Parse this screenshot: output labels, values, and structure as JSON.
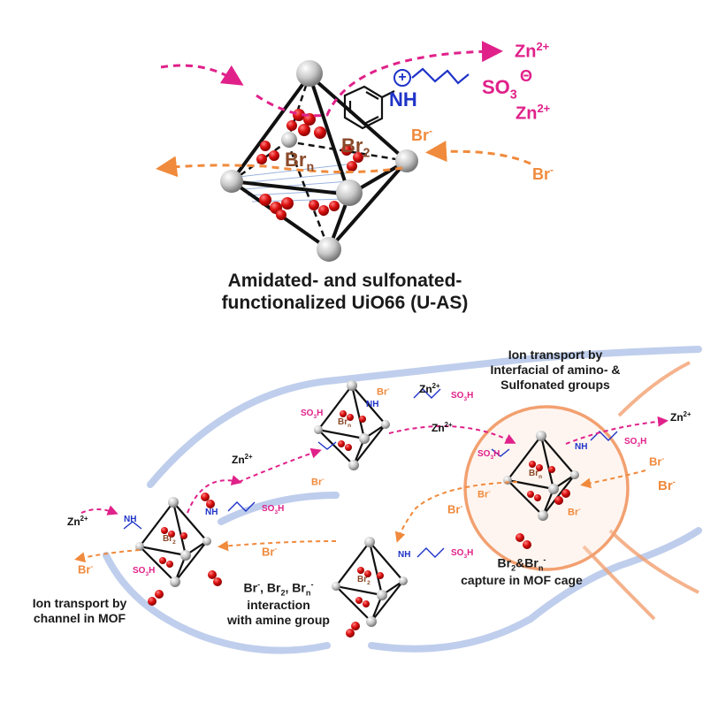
{
  "colors": {
    "zn_arrow": "#e0218a",
    "br_arrow": "#f08a3c",
    "oxygen": "#dd1111",
    "node": "#c8c8c8",
    "ligand_blue": "#1f33c8",
    "membrane": "#a9bde6",
    "highlight_ring": "#f2a070"
  },
  "top_panel": {
    "zn_label_1": "Zn",
    "zn_label_2": "Zn",
    "zn_charge": "2+",
    "br_label_1": "Br",
    "br_label_2": "Br",
    "br_charge": "-",
    "nh_label": "NH",
    "plus_sign": "+",
    "so3_label": "SO",
    "so3_sub": "3",
    "so3_charge": "Θ",
    "cage_brn": "Br",
    "cage_brn_sub": "n",
    "cage_br2": "Br",
    "cage_br2_sub": "2",
    "caption_line1": "Amidated- and sulfonated-",
    "caption_line2": "functionalized UiO66 (U-AS)"
  },
  "bottom_panel": {
    "interfacial_line1": "Ion transport by",
    "interfacial_line2": "Interfacial of amino- &",
    "interfacial_line3": "Sulfonated groups",
    "channel_line1": "Ion transport by",
    "channel_line2": "channel in MOF",
    "interaction_line1": "Br",
    "interaction_line1b": ", Br",
    "interaction_line1c": ", Br",
    "interaction_line2": "interaction",
    "interaction_line3": "with amine group",
    "capture_line1": "Br",
    "capture_line1b": "&Br",
    "capture_line2": "capture in MOF cage",
    "zn_text": "Zn",
    "zn_charge": "2+",
    "br_text": "Br",
    "br_charge": "-",
    "nh_text": "NH",
    "so3h_text": "SO",
    "so3h_sub": "3",
    "so3h_h": "H",
    "sub_2": "2",
    "sub_n": "n",
    "sup_minus": "-"
  }
}
